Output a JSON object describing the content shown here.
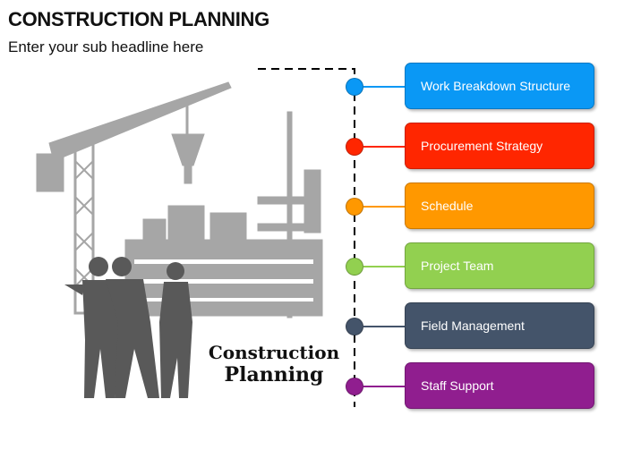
{
  "header": {
    "title": "CONSTRUCTION PLANNING",
    "subtitle": "Enter your sub headline here"
  },
  "illustration": {
    "caption_line1": "Construction",
    "caption_line2": "Planning",
    "fill_light": "#a6a6a6",
    "fill_dark": "#595959"
  },
  "items": [
    {
      "label": "Work Breakdown Structure",
      "color": "#0a98f5"
    },
    {
      "label": "Procurement Strategy",
      "color": "#ff2600"
    },
    {
      "label": "Schedule",
      "color": "#ff9800"
    },
    {
      "label": "Project Team",
      "color": "#92d050"
    },
    {
      "label": "Field Management",
      "color": "#44546a"
    },
    {
      "label": "Staff Support",
      "color": "#901e8f"
    }
  ]
}
